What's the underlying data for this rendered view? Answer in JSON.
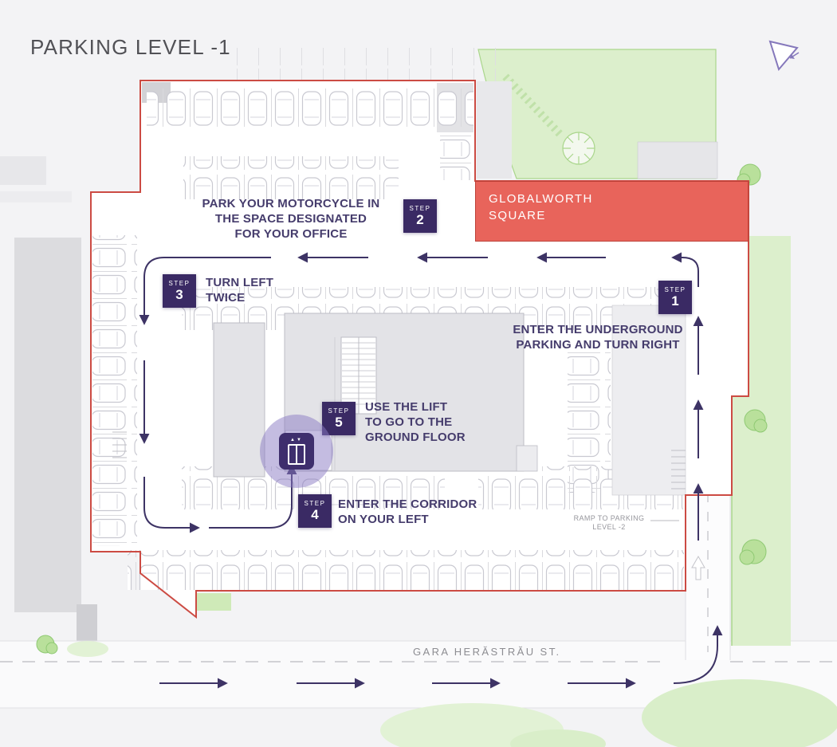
{
  "title": "PARKING LEVEL -1",
  "building": {
    "name_line1": "GLOBALWORTH",
    "name_line2": "SQUARE"
  },
  "steps": {
    "badge_label": "STEP",
    "s1": {
      "number": "1",
      "lines": [
        "ENTER THE UNDERGROUND",
        "PARKING AND TURN RIGHT"
      ]
    },
    "s2": {
      "number": "2",
      "lines": [
        "PARK YOUR MOTORCYCLE IN",
        "THE SPACE DESIGNATED",
        "FOR YOUR OFFICE"
      ]
    },
    "s3": {
      "number": "3",
      "lines": [
        "TURN LEFT",
        "TWICE"
      ]
    },
    "s4": {
      "number": "4",
      "lines": [
        "ENTER THE CORRIDOR",
        "ON YOUR LEFT"
      ]
    },
    "s5": {
      "number": "5",
      "lines": [
        "USE THE LIFT",
        "TO GO TO THE",
        "GROUND FLOOR"
      ]
    }
  },
  "lift": {
    "arrows_glyph": "▲▼"
  },
  "labels": {
    "ramp_lines": [
      "RAMP TO PARKING",
      "LEVEL -2"
    ],
    "street": "GARA HERĂSTRĂU ST."
  },
  "colors": {
    "accent_purple": "#3a2a64",
    "route_purple": "#3d3365",
    "highlight_red": "#e75c52",
    "boundary_red": "#cc4b43",
    "landscape_green": "#dcefcc"
  }
}
